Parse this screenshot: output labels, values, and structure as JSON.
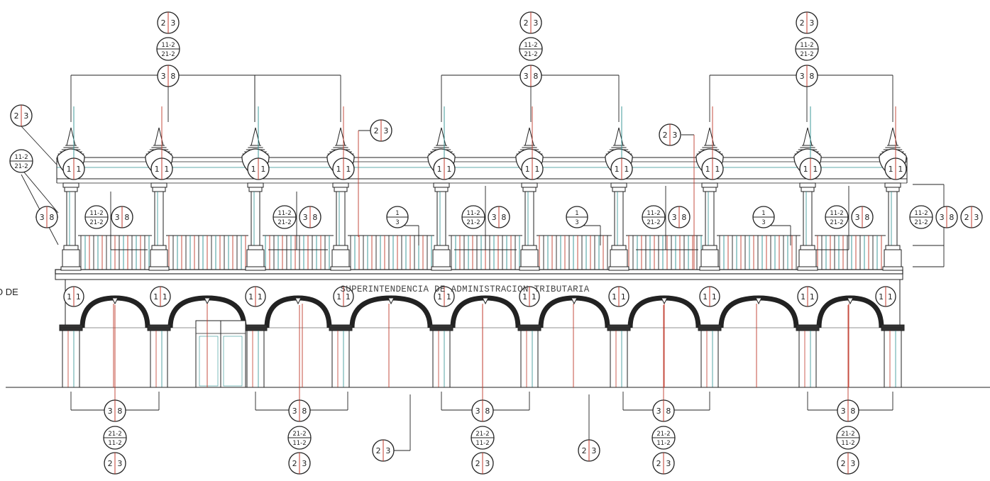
{
  "sign_text": "SUPERINTENDENCIA DE ADMINISTRACION TRIBUTARIA",
  "edge_label": "O DE",
  "tags": {
    "t23": [
      "2",
      "3"
    ],
    "t38": [
      "3",
      "8"
    ],
    "t11": [
      "1",
      "1"
    ],
    "t13": [
      "1",
      "3"
    ],
    "t112": [
      "11-2",
      "21-2"
    ],
    "t212": [
      "21-2",
      "11-2"
    ]
  },
  "colors": {
    "line": "#222222",
    "red": "#c0392b",
    "teal": "#2a8f8f",
    "fill": "#ffffff"
  }
}
